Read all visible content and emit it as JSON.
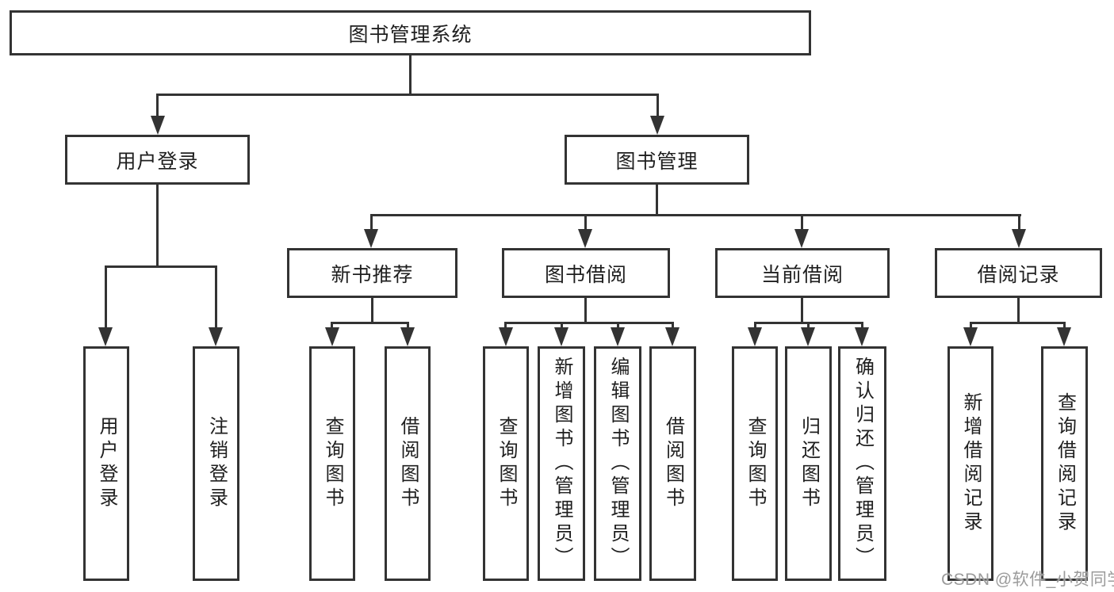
{
  "tree": {
    "root": "图书管理系统",
    "children": [
      {
        "label": "用户登录",
        "leaves": [
          "用户登录",
          "注销登录"
        ]
      },
      {
        "label": "图书管理",
        "children": [
          {
            "label": "新书推荐",
            "leaves": [
              "查询图书",
              "借阅图书"
            ]
          },
          {
            "label": "图书借阅",
            "leaves": [
              "查询图书",
              "新增图书（管理员）",
              "编辑图书（管理员）",
              "借阅图书"
            ]
          },
          {
            "label": "当前借阅",
            "leaves": [
              "查询图书",
              "归还图书",
              "确认归还（管理员）"
            ]
          },
          {
            "label": "借阅记录",
            "leaves": [
              "新增借阅记录",
              "查询借阅记录"
            ]
          }
        ]
      }
    ]
  },
  "watermark": "CSDN @软件_小贺同学",
  "colors": {
    "line": "#333333",
    "text": "#1f1f1f",
    "box_background": "#ffffff",
    "page_background": "#ffffff",
    "watermark": "#9b9b9b"
  }
}
